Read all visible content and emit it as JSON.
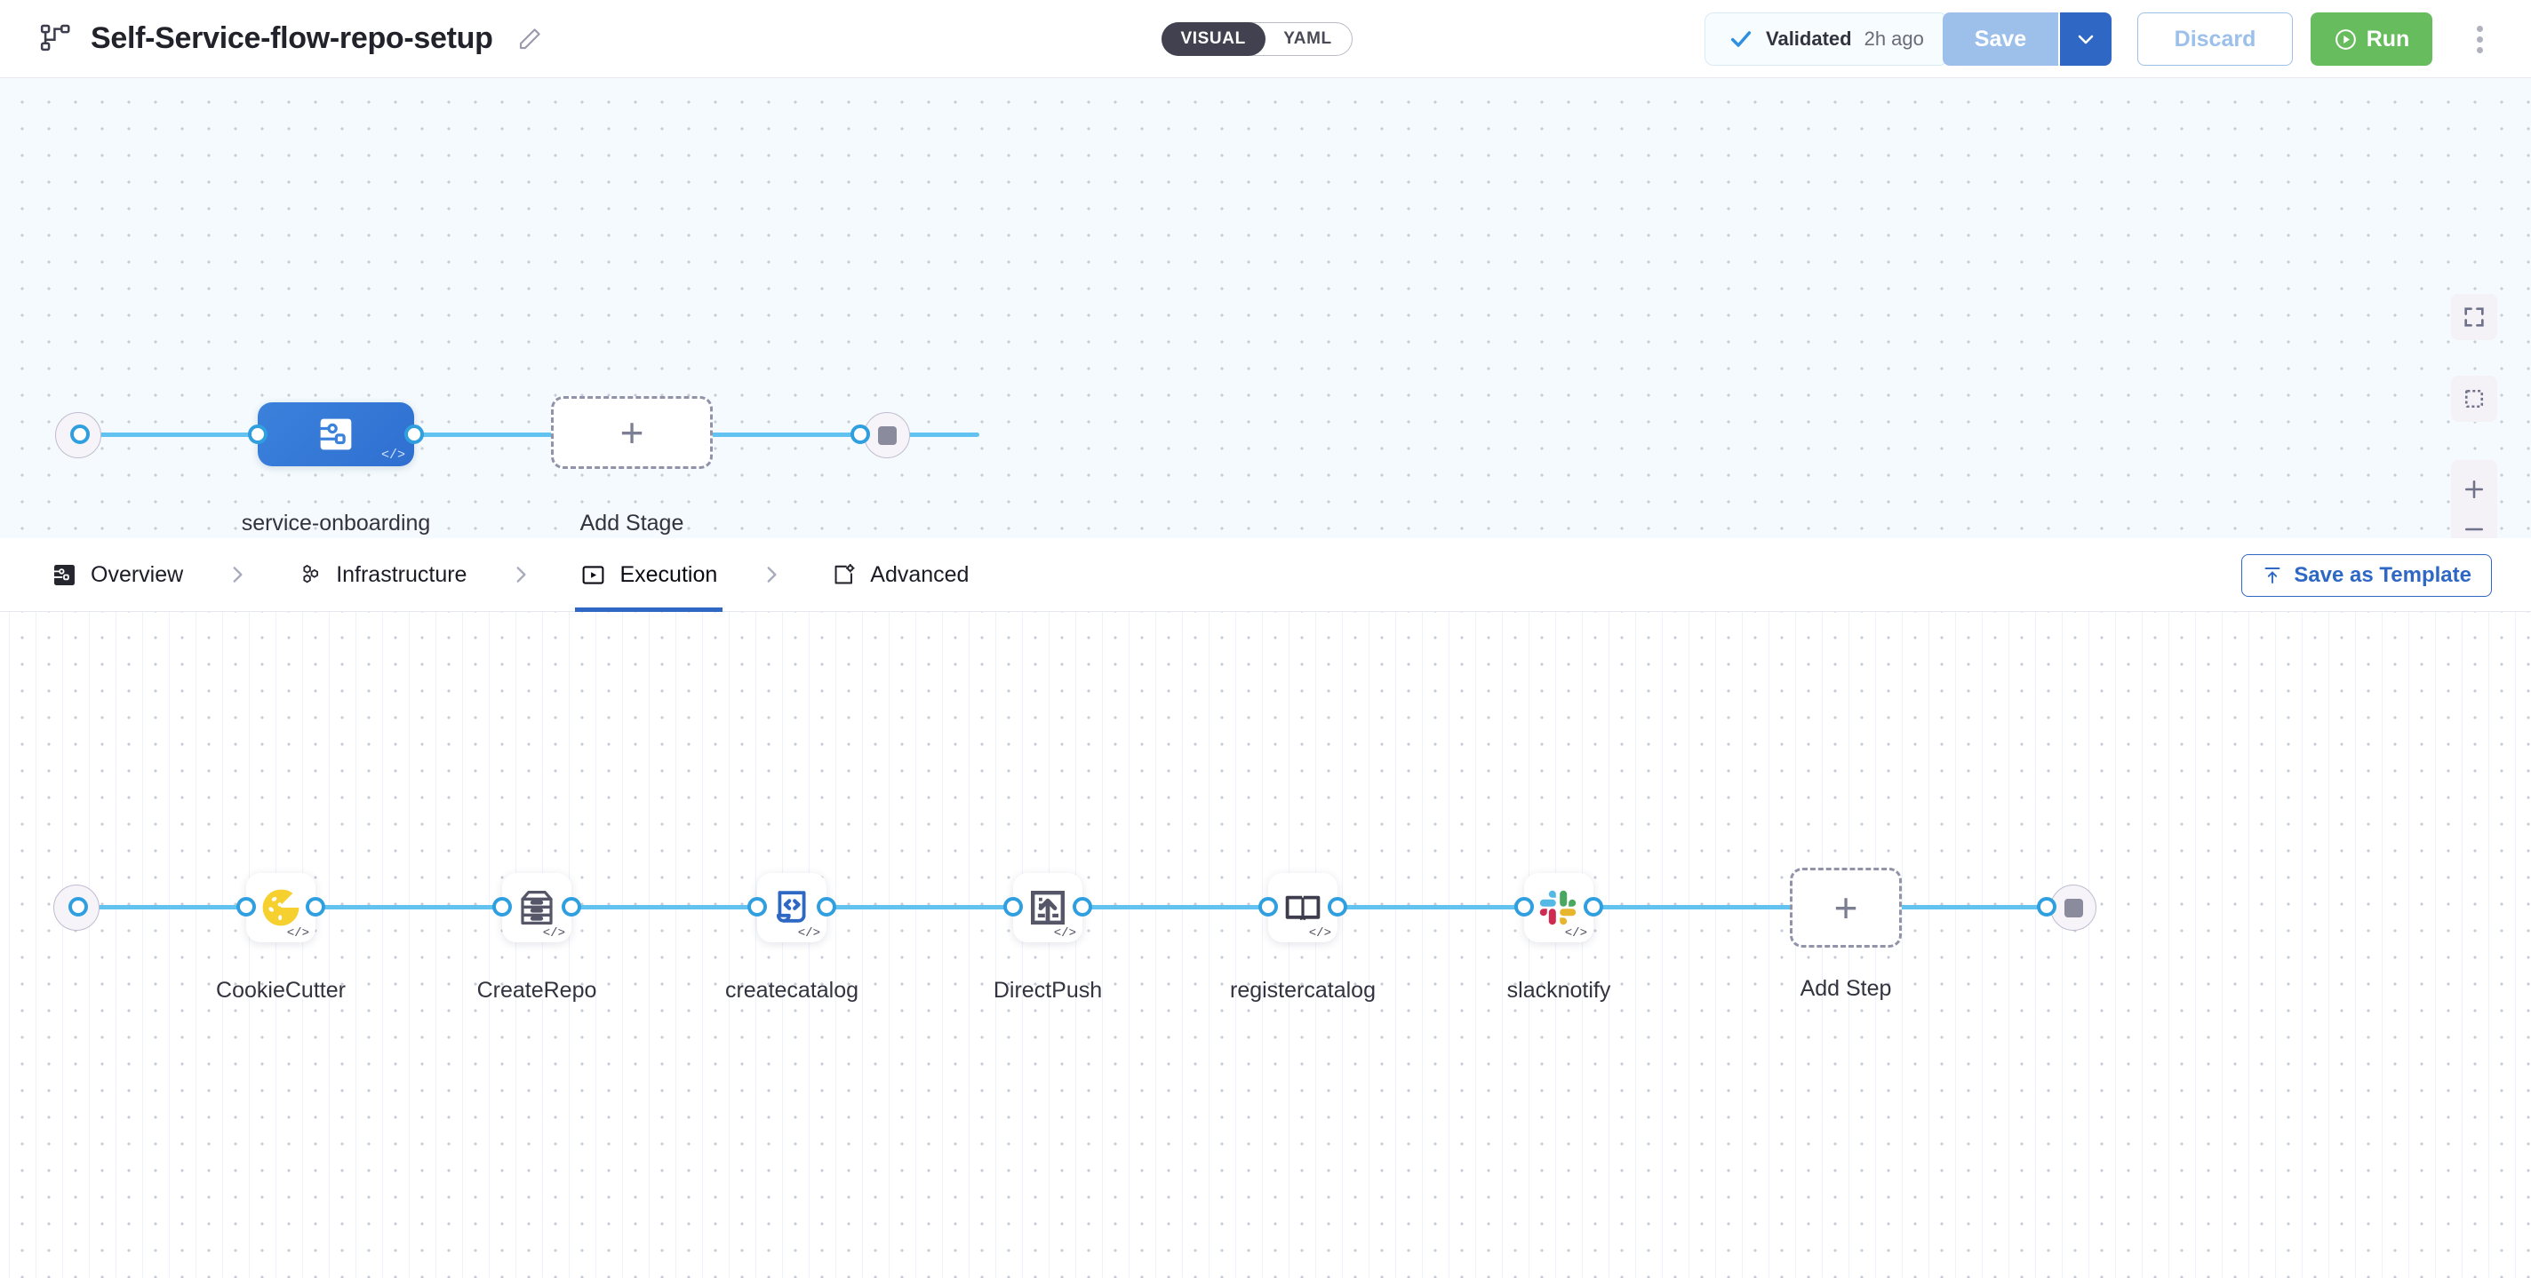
{
  "header": {
    "pipeline_icon": "pipeline-icon",
    "title": "Self-Service-flow-repo-setup",
    "edit_icon": "pencil-icon",
    "view_toggle": {
      "visual": "VISUAL",
      "yaml": "YAML",
      "selected": "VISUAL"
    },
    "validation": {
      "icon": "check-icon",
      "label": "Validated",
      "time": "2h ago"
    },
    "save": {
      "label": "Save",
      "caret_icon": "chevron-down-icon"
    },
    "discard": {
      "label": "Discard"
    },
    "run": {
      "label": "Run",
      "icon": "play-circle-icon"
    },
    "more_icon": "kebab-menu-icon"
  },
  "stage_canvas": {
    "start_icon": "play-icon",
    "stop_icon": "stop-icon",
    "stage": {
      "name": "service-onboarding",
      "icon": "service-deployment-icon",
      "code_badge": "</>"
    },
    "add_stage": {
      "label": "Add Stage",
      "plus": "+"
    },
    "controls": {
      "fit_icon": "fit-screen-icon",
      "select_icon": "selection-box-icon",
      "zoom_in": "+",
      "zoom_out": "–"
    }
  },
  "tabbar": {
    "tabs": [
      {
        "label": "Overview",
        "icon": "overview-icon",
        "active": false
      },
      {
        "label": "Infrastructure",
        "icon": "hexagon-cluster-icon",
        "active": false
      },
      {
        "label": "Execution",
        "icon": "execution-icon",
        "active": true
      },
      {
        "label": "Advanced",
        "icon": "advanced-gear-icon",
        "active": false
      }
    ],
    "separator_icon": "chevron-right-icon",
    "save_as_template": {
      "label": "Save as Template",
      "icon": "template-upload-icon"
    }
  },
  "step_canvas": {
    "start_icon": "play-icon",
    "stop_icon": "stop-icon",
    "code_badge": "</>",
    "steps": [
      {
        "name": "CookieCutter",
        "icon": "cookie-icon"
      },
      {
        "name": "CreateRepo",
        "icon": "archive-drawers-icon"
      },
      {
        "name": "createcatalog",
        "icon": "code-document-icon"
      },
      {
        "name": "DirectPush",
        "icon": "upload-box-icon"
      },
      {
        "name": "registercatalog",
        "icon": "open-book-icon"
      },
      {
        "name": "slacknotify",
        "icon": "slack-icon"
      }
    ],
    "add_step": {
      "label": "Add Step",
      "plus": "+"
    }
  },
  "colors": {
    "accent_blue": "#2f68c4",
    "connector_blue": "#62c2f0",
    "run_green": "#67bd5d",
    "stage_blue": "#3b82dc",
    "cookie_yellow": "#f5d02e",
    "canvas_top": "#f4fafd",
    "canvas_bottom": "#ffffff"
  }
}
